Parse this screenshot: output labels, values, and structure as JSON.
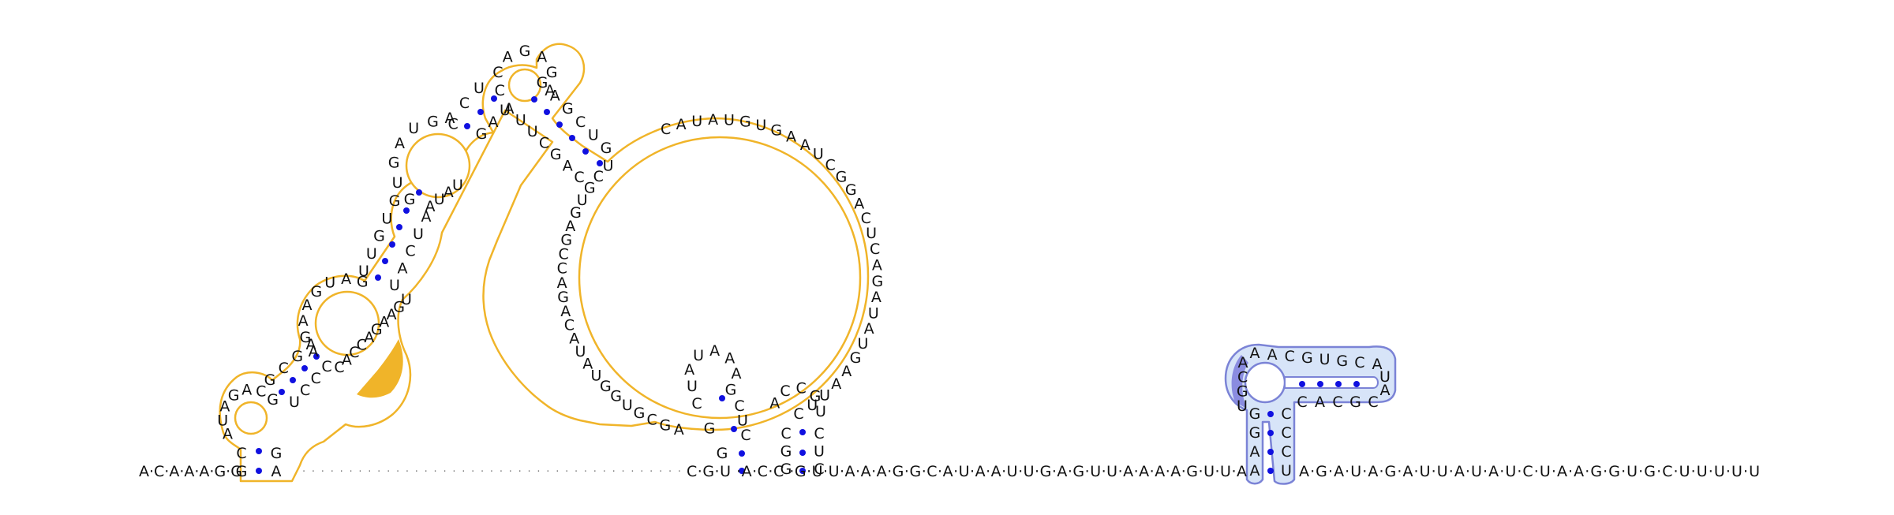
{
  "colors": {
    "domain1_outline": "#f0b429",
    "domain1_fill": "#ffffff",
    "domain1_highlight": "#f0b429",
    "domain2_outline": "#7b83d6",
    "domain2_fill": "#d7e4f8",
    "domain2_highlight": "#8a8ce0",
    "pair_dot": "#1010e0",
    "nucleotide": "#111111",
    "backbone": "#555555"
  },
  "baseline": {
    "left": "A·C·A·A·A·G·G",
    "gap_dots": "·········································",
    "middle": "C·G·U ·A·C·C ·G·U·U·A·A·A·G·G·C·A·U·A·A·U·U·G·A·G·U·U·A·A·A·A·G·U·U·A",
    "right": "A·G·A·U·A·G·A·U·U·A·U·A·U·C·U·A·A·G·G·U·G·C·U·U·U·U·U"
  },
  "domain1": {
    "stem1": {
      "left": [
        "C",
        "G"
      ],
      "right": [
        "G",
        "A"
      ]
    },
    "loop1": [
      "A",
      "U",
      "A",
      "G",
      "A",
      "C",
      "G"
    ],
    "stem2_left": [
      "G",
      "C",
      "G",
      "A"
    ],
    "stem2_right": [
      "U",
      "C",
      "C",
      "C"
    ],
    "loop2": [
      "A",
      "G",
      "A",
      "A",
      "G",
      "U",
      "A",
      "G"
    ],
    "loop2_right": [
      "C",
      "A",
      "C",
      "C",
      "A",
      "G",
      "A",
      "A",
      "G",
      "U"
    ],
    "stem3_left": [
      "U",
      "U",
      "G",
      "U",
      "G"
    ],
    "stem3_right": [
      "U",
      "A",
      "C",
      "U",
      "A"
    ],
    "loop3": [
      "G",
      "U",
      "G",
      "A",
      "U",
      "G",
      "C"
    ],
    "loop3_right": [
      "A",
      "U",
      "A",
      "U"
    ],
    "stem4_left": [
      "A",
      "C",
      "U"
    ],
    "stem4_right": [
      "G",
      "A",
      "U"
    ],
    "hairpin": [
      "C",
      "C",
      "A",
      "G",
      "A",
      "G",
      "A"
    ],
    "stem5_left": [
      "A",
      "U",
      "U",
      "C",
      "G",
      "A",
      "C"
    ],
    "stem5_right": [
      "G",
      "A",
      "G",
      "C",
      "U",
      "G"
    ],
    "big_loop": [
      "C",
      "A",
      "U",
      "A",
      "U",
      "G",
      "U",
      "G",
      "A",
      "A",
      "U",
      "C",
      "G",
      "G",
      "A",
      "C",
      "U",
      "C",
      "A",
      "G",
      "A",
      "U",
      "A",
      "U",
      "G",
      "A",
      "A",
      "U",
      "U",
      "C"
    ],
    "big_loop_left": [
      "A",
      "G",
      "C",
      "G",
      "U",
      "G",
      "G",
      "U",
      "A",
      "U",
      "A",
      "C",
      "A",
      "G",
      "A",
      "C",
      "C",
      "G",
      "A",
      "G",
      "U",
      "G",
      "C",
      "U"
    ]
  },
  "small_hairpin": {
    "loop": [
      "U",
      "A",
      "U",
      "A",
      "A",
      "A",
      "G"
    ],
    "stem_left": [
      "C",
      "G",
      "G"
    ],
    "stem_right": [
      "C",
      "U",
      "C"
    ]
  },
  "right_helix": {
    "loop": [
      "A",
      "C",
      "C",
      "G",
      "U"
    ],
    "stem_left": [
      "C",
      "G",
      "G"
    ],
    "stem_right": [
      "C",
      "U",
      "C"
    ]
  },
  "domain2": {
    "stem_left": [
      "G",
      "G",
      "A",
      "A"
    ],
    "stem_right": [
      "C",
      "C",
      "C",
      "U"
    ],
    "loop_left": [
      "A",
      "C",
      "G",
      "U"
    ],
    "top_arm": [
      "A",
      "A",
      "C",
      "G",
      "U",
      "G",
      "C",
      "A"
    ],
    "bottom_arm": [
      "C",
      "A",
      "C",
      "G",
      "C"
    ],
    "tip": [
      "U",
      "A"
    ]
  }
}
